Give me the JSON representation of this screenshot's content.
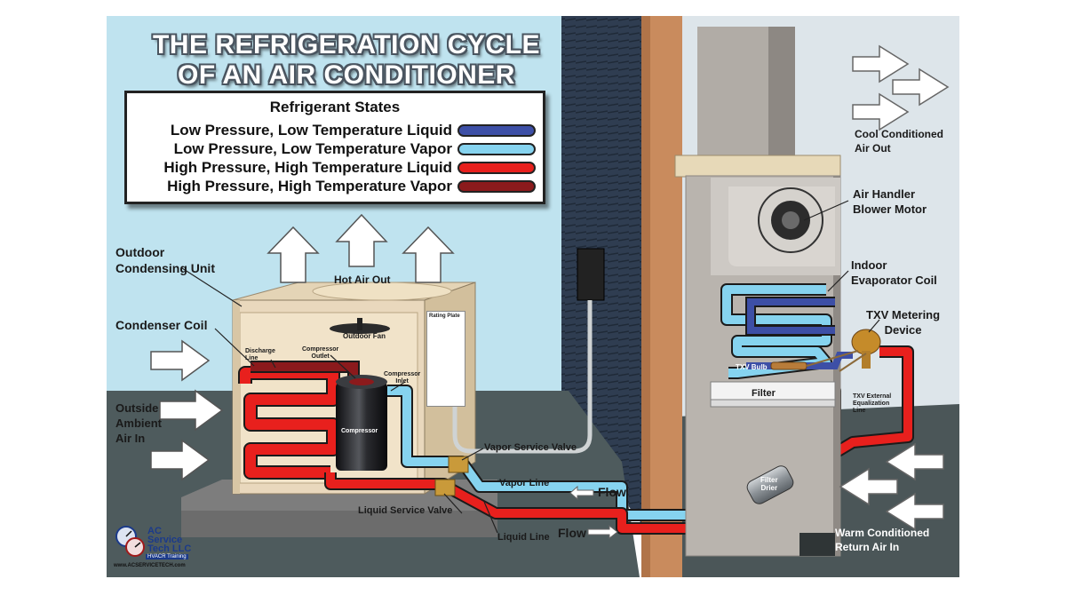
{
  "title_line1": "THE REFRIGERATION CYCLE",
  "title_line2": "OF AN AIR CONDITIONER",
  "legend": {
    "heading": "Refrigerant States",
    "items": [
      {
        "label": "Low Pressure, Low Temperature Liquid",
        "color": "#3d4fa6"
      },
      {
        "label": "Low Pressure, Low Temperature Vapor",
        "color": "#86d3ef"
      },
      {
        "label": "High Pressure, High Temperature Liquid",
        "color": "#e8201d"
      },
      {
        "label": "High Pressure, High Temperature Vapor",
        "color": "#8b1a1c"
      }
    ]
  },
  "labels": {
    "outdoor_unit_1": "Outdoor",
    "outdoor_unit_2": "Condensing Unit",
    "condenser_coil": "Condenser Coil",
    "outside_air_1": "Outside",
    "outside_air_2": "Ambient",
    "outside_air_3": "Air In",
    "hot_air_out": "Hot Air Out",
    "outdoor_fan": "Outdoor Fan",
    "discharge_line_1": "Discharge",
    "discharge_line_2": "Line",
    "compressor_outlet_1": "Compressor",
    "compressor_outlet_2": "Outlet",
    "compressor_inlet_1": "Compressor",
    "compressor_inlet_2": "Inlet",
    "compressor": "Compressor",
    "vapor_service_valve": "Vapor Service Valve",
    "vapor_line": "Vapor Line",
    "flow_upper": "Flow",
    "liquid_service_valve": "Liquid Service Valve",
    "liquid_line": "Liquid Line",
    "flow_lower": "Flow",
    "cool_air_1": "Cool Conditioned",
    "cool_air_2": "Air Out",
    "blower_1": "Air Handler",
    "blower_2": "Blower Motor",
    "evap_1": "Indoor",
    "evap_2": "Evaporator Coil",
    "txv_1": "TXV Metering",
    "txv_2": "Device",
    "txv_bulb": "TXV Bulb",
    "filter": "Filter",
    "txv_eq_1": "TXV External",
    "txv_eq_2": "Equalization",
    "txv_eq_3": "Line",
    "filter_drier_1": "Filter",
    "filter_drier_2": "Drier",
    "return_air_1": "Warm Conditioned",
    "return_air_2": "Return Air In",
    "rating_plate": "Rating Plate"
  },
  "logo": {
    "line1": "AC",
    "line2": "Service",
    "line3": "Tech LLC",
    "line4": "HVACR Training",
    "url": "www.ACSERVICETECH.com"
  },
  "colors": {
    "sky": "#bfe3ef",
    "ground": "#4d5a5c",
    "wall_siding": "#2c3a4e",
    "wood_post": "#c78a5e",
    "indoor_bg": "#dde5ea",
    "air_handler": "#b6b2ae",
    "outdoor_unit": "#e9d8bd"
  }
}
